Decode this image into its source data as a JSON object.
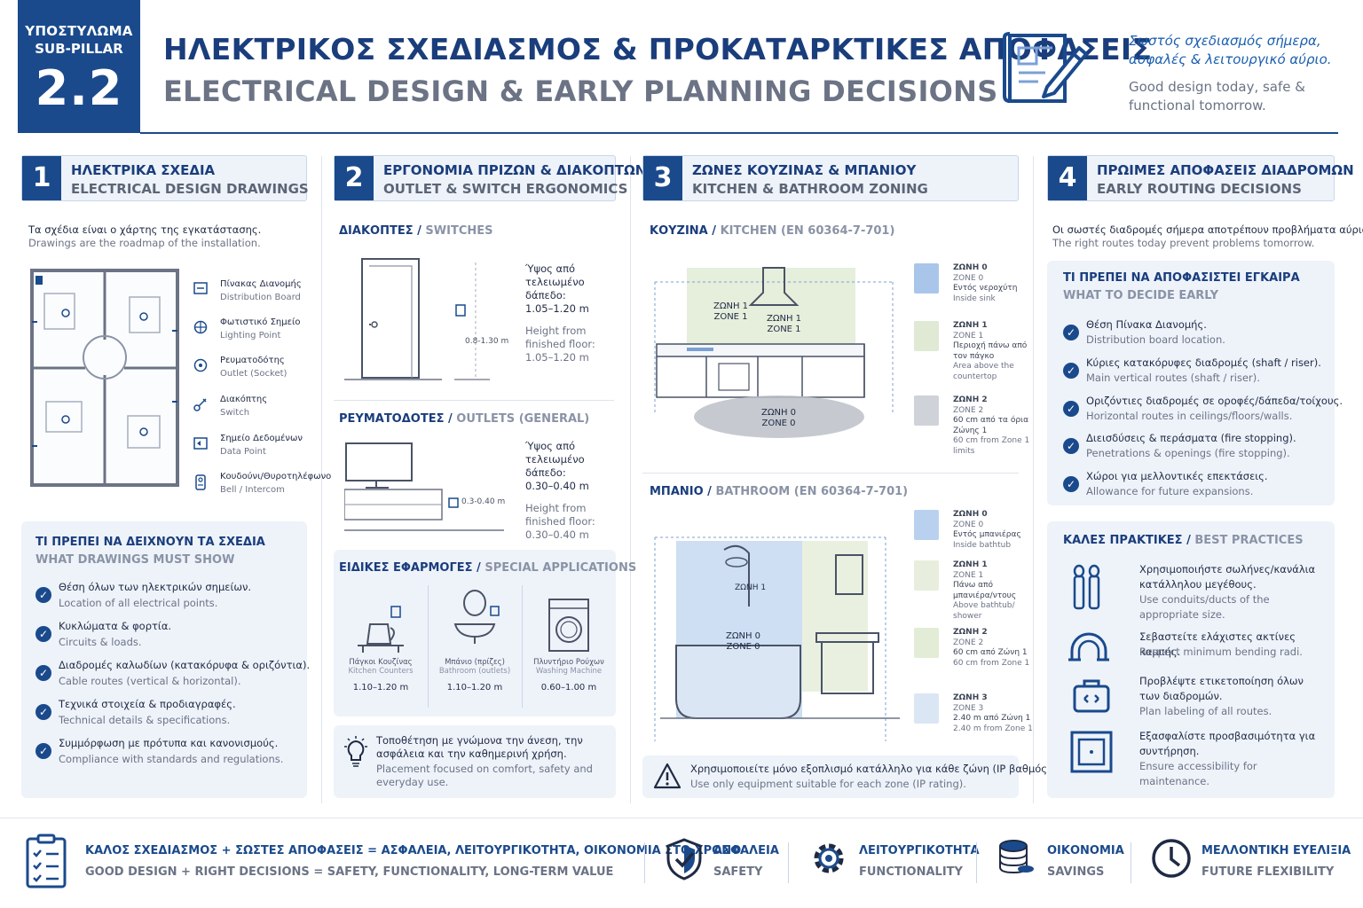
{
  "header": {
    "badge_line1": "ΥΠΟΣΤΥΛΩΜΑ",
    "badge_line2": "SUB-PILLAR",
    "badge_number": "2.2",
    "title_gr": "ΗΛΕΚΤΡΙΚΟΣ ΣΧΕΔΙΑΣΜΟΣ & ΠΡΟΚΑΤΑΡΚΤΙΚΕΣ ΑΠΟΦΑΣΕΙΣ",
    "title_en": "ELECTRICAL DESIGN & EARLY PLANNING DECISIONS",
    "tagline_gr": "Σωστός σχεδιασμός σήμερα, ασφαλές & λειτουργικό αύριο.",
    "tagline_en": "Good design today, safe & functional tomorrow.",
    "icon": "blueprint-pencil-icon"
  },
  "panel1": {
    "number": "1",
    "title_gr": "ΗΛΕΚΤΡΙΚΑ ΣΧΕΔΙΑ",
    "title_en": "ELECTRICAL DESIGN DRAWINGS",
    "intro_gr": "Τα σχέδια είναι ο χάρτης της εγκατάστασης.",
    "intro_en": "Drawings are the roadmap of the installation.",
    "legend": [
      {
        "gr": "Πίνακας Διανομής",
        "en": "Distribution Board",
        "icon": "distribution-board-icon"
      },
      {
        "gr": "Φωτιστικό Σημείο",
        "en": "Lighting Point",
        "icon": "lighting-point-icon"
      },
      {
        "gr": "Ρευματοδότης",
        "en": "Outlet (Socket)",
        "icon": "outlet-icon"
      },
      {
        "gr": "Διακόπτης",
        "en": "Switch",
        "icon": "switch-icon"
      },
      {
        "gr": "Σημείο Δεδομένων",
        "en": "Data Point",
        "icon": "data-point-icon"
      },
      {
        "gr": "Κουδούνι/Θυροτηλέφωνο",
        "en": "Bell / Intercom",
        "icon": "bell-intercom-icon"
      }
    ],
    "must_show_title_gr": "ΤΙ ΠΡΕΠΕΙ ΝΑ ΔΕΙΧΝΟΥΝ ΤΑ ΣΧΕΔΙΑ",
    "must_show_title_en": "WHAT DRAWINGS MUST SHOW",
    "must_show": [
      {
        "gr": "Θέση όλων των ηλεκτρικών σημείων.",
        "en": "Location of all electrical points."
      },
      {
        "gr": "Κυκλώματα & φορτία.",
        "en": "Circuits & loads."
      },
      {
        "gr": "Διαδρομές καλωδίων (κατακόρυφα & οριζόντια).",
        "en": "Cable routes (vertical & horizontal)."
      },
      {
        "gr": "Τεχνικά στοιχεία & προδιαγραφές.",
        "en": "Technical details & specifications."
      },
      {
        "gr": "Συμμόρφωση με πρότυπα και κανονισμούς.",
        "en": "Compliance with standards and regulations."
      }
    ]
  },
  "panel2": {
    "number": "2",
    "title_gr": "ΕΡΓΟΝΟΜΙΑ ΠΡΙΖΩΝ & ΔΙΑΚΟΠΤΩΝ",
    "title_en": "OUTLET & SWITCH ERGONOMICS",
    "switches_gr": "ΔΙΑΚΟΠΤΕΣ",
    "switches_en": "SWITCHES",
    "switches_height_gr": "Ύψος από τελειωμένο δάπεδο:",
    "switches_height_gr_value": "1.05–1.20 m",
    "switches_height_en": "Height from finished floor:",
    "switches_height_en_value": "1.05–1.20 m",
    "switches_dim_label": "0.8-1.30 m",
    "outlets_gr": "ΡΕΥΜΑΤΟΔΟΤΕΣ",
    "outlets_en": "OUTLETS (GENERAL)",
    "outlets_height_gr": "Ύψος από τελειωμένο δάπεδο:",
    "outlets_height_gr_value": "0.30–0.40 m",
    "outlets_height_en": "Height from finished floor:",
    "outlets_height_en_value": "0.30–0.40 m",
    "outlets_dim_label": "0.3-0.40 m",
    "special_gr": "ΕΙΔΙΚΕΣ ΕΦΑΡΜΟΓΕΣ",
    "special_en": "SPECIAL APPLICATIONS",
    "special": [
      {
        "gr": "Πάγκοι Κουζίνας",
        "en": "Kitchen Counters",
        "value": "1.10–1.20 m",
        "icon": "kettle-icon"
      },
      {
        "gr": "Μπάνιο (πρίζες)",
        "en": "Bathroom (outlets)",
        "value": "1.10–1.20 m",
        "icon": "washbasin-icon"
      },
      {
        "gr": "Πλυντήριο Ρούχων",
        "en": "Washing Machine",
        "value": "0.60–1.00 m",
        "icon": "washing-machine-icon"
      }
    ],
    "note_gr": "Τοποθέτηση με γνώμονα την άνεση, την ασφάλεια και την καθημερινή χρήση.",
    "note_en": "Placement focused on comfort, safety and everyday use."
  },
  "panel3": {
    "number": "3",
    "title_gr": "ΖΩΝΕΣ ΚΟΥΖΙΝΑΣ & ΜΠΑΝΙΟΥ",
    "title_en": "KITCHEN & BATHROOM ZONING",
    "kitchen_gr": "ΚΟΥΖΙΝΑ",
    "kitchen_en": "KITCHEN (EN 60364-7-701)",
    "kitchen_zones": [
      {
        "t1": "ΖΩΝΗ 0",
        "t2": "ZONE 0",
        "gr": "Εντός νεροχύτη",
        "en": "Inside sink",
        "color": "#a9c6ea"
      },
      {
        "t1": "ΖΩΝΗ 1",
        "t2": "ZONE 1",
        "gr": "Περιοχή πάνω από τον πάγκο",
        "en": "Area above the countertop",
        "color": "#dfe9d4"
      },
      {
        "t1": "ΖΩΝΗ 2",
        "t2": "ZONE 2",
        "gr": "60 cm από τα όρια Ζώνης 1",
        "en": "60 cm from Zone 1 limits",
        "color": "#cfd2d8"
      }
    ],
    "kitchen_labels": {
      "z1a": "ΖΩΝΗ 1",
      "z1b": "ZONE 1",
      "z1c": "ΖΩΝΗ 1",
      "z1d": "ZONE 1",
      "z0a": "ΖΩΝΗ 0",
      "z0b": "ZONE 0"
    },
    "bathroom_gr": "ΜΠΑΝΙΟ",
    "bathroom_en": "BATHROOM (EN 60364-7-701)",
    "bathroom_zones": [
      {
        "t1": "ΖΩΝΗ 0",
        "t2": "ZONE 0",
        "gr": "Εντός μπανιέρας",
        "en": "Inside bathtub",
        "color": "#b9d1ef"
      },
      {
        "t1": "ΖΩΝΗ 1",
        "t2": "ZONE 1",
        "gr": "Πάνω από μπανιέρα/ντους",
        "en": "Above bathtub/ shower",
        "color": "#e8eedd"
      },
      {
        "t1": "ΖΩΝΗ 2",
        "t2": "ZONE 2",
        "gr": "60 cm από Ζώνη 1",
        "en": "60 cm from Zone 1",
        "color": "#e2ecd6"
      },
      {
        "t1": "ΖΩΝΗ 3",
        "t2": "ZONE 3",
        "gr": "2.40 m από Ζώνη 1",
        "en": "2.40 m from Zone 1",
        "color": "#dbe6f4"
      }
    ],
    "bathroom_labels": {
      "z1": "ΖΩΝΗ 1",
      "z0a": "ΖΩΝΗ 0",
      "z0b": "ZONE 0"
    },
    "warning_gr": "Χρησιμοποιείτε μόνο εξοπλισμό κατάλληλο για κάθε ζώνη (IP βαθμός).",
    "warning_en": "Use only equipment suitable for each zone (IP rating)."
  },
  "panel4": {
    "number": "4",
    "title_gr": "ΠΡΩΙΜΕΣ ΑΠΟΦΑΣΕΙΣ ΔΙΑΔΡΟΜΩΝ",
    "title_en": "EARLY ROUTING DECISIONS",
    "intro_gr": "Οι σωστές διαδρομές σήμερα αποτρέπουν προβλήματα αύριο.",
    "intro_en": "The right routes today prevent problems tomorrow.",
    "decide_title_gr": "ΤΙ ΠΡΕΠΕΙ ΝΑ ΑΠΟΦΑΣΙΣΤΕΙ ΕΓΚΑΙΡΑ",
    "decide_title_en": "WHAT TO DECIDE EARLY",
    "decide": [
      {
        "gr": "Θέση Πίνακα Διανομής.",
        "en": "Distribution board location."
      },
      {
        "gr": "Κύριες κατακόρυφες διαδρομές (shaft / riser).",
        "en": "Main vertical routes (shaft / riser)."
      },
      {
        "gr": "Οριζόντιες διαδρομές σε οροφές/δάπεδα/τοίχους.",
        "en": "Horizontal routes in ceilings/floors/walls."
      },
      {
        "gr": "Διεισδύσεις & περάσματα (fire stopping).",
        "en": "Penetrations & openings (fire stopping)."
      },
      {
        "gr": "Χώροι για μελλοντικές επεκτάσεις.",
        "en": "Allowance for future expansions."
      }
    ],
    "best_gr": "ΚΑΛΕΣ ΠΡΑΚΤΙΚΕΣ",
    "best_en": "BEST PRACTICES",
    "best": [
      {
        "gr": "Χρησιμοποιήστε σωλήνες/κανάλια κατάλληλου μεγέθους.",
        "en": "Use conduits/ducts of the appropriate size.",
        "icon": "conduits-icon"
      },
      {
        "gr": "Σεβαστείτε ελάχιστες ακτίνες καμπής.",
        "en": "Respect minimum bending radi.",
        "icon": "bending-radius-icon"
      },
      {
        "gr": "Προβλέψτε ετικετοποίηση όλων των διαδρομών.",
        "en": "Plan labeling of all routes.",
        "icon": "label-tag-icon"
      },
      {
        "gr": "Εξασφαλίστε προσβασιμότητα για συντήρηση.",
        "en": "Ensure accessibility for maintenance.",
        "icon": "access-panel-icon"
      }
    ]
  },
  "footer": {
    "main_gr": "ΚΑΛΟΣ ΣΧΕΔΙΑΣΜΟΣ + ΣΩΣΤΕΣ ΑΠΟΦΑΣΕΙΣ = ΑΣΦΑΛΕΙΑ, ΛΕΙΤΟΥΡΓΙΚΟΤΗΤΑ, ΟΙΚΟΝΟΜΙΑ ΣΤΟ ΧΡΟΝΟ",
    "main_en": "GOOD DESIGN + RIGHT DECISIONS = SAFETY, FUNCTIONALITY, LONG-TERM VALUE",
    "items": [
      {
        "gr": "ΑΣΦΑΛΕΙΑ",
        "en": "SAFETY",
        "icon": "shield-check-icon"
      },
      {
        "gr": "ΛΕΙΤΟΥΡΓΙΚΟΤΗΤΑ",
        "en": "FUNCTIONALITY",
        "icon": "gear-icon"
      },
      {
        "gr": "ΟΙΚΟΝΟΜΙΑ",
        "en": "SAVINGS",
        "icon": "coins-icon"
      },
      {
        "gr": "ΜΕΛΛΟΝΤΙΚΗ ΕΥΕΛΙΞΙΑ",
        "en": "FUTURE FLEXIBILITY",
        "icon": "clock-icon"
      }
    ]
  }
}
